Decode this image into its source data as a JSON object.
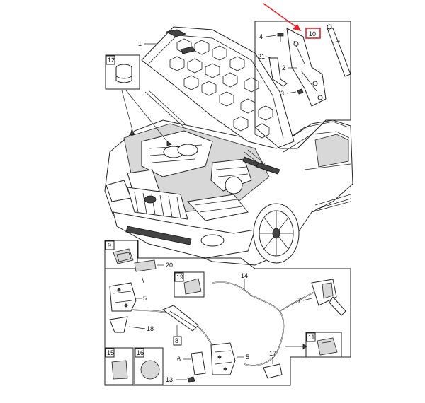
{
  "annotation": {
    "arrow_color": "#e8202a",
    "highlight_color": "#e8202a",
    "highlighted_part": "10"
  },
  "labels": {
    "p1": "1",
    "p2": "2",
    "p3": "3",
    "p4": "4",
    "p5a": "5",
    "p5b": "5",
    "p6": "6",
    "p7": "7",
    "p8": "8",
    "p9": "9",
    "p10": "10",
    "p11": "11",
    "p12": "12",
    "p13": "13",
    "p14": "14",
    "p15": "15",
    "p16": "16",
    "p17": "17",
    "p18": "18",
    "p19": "19",
    "p20": "20",
    "p21": "21"
  }
}
